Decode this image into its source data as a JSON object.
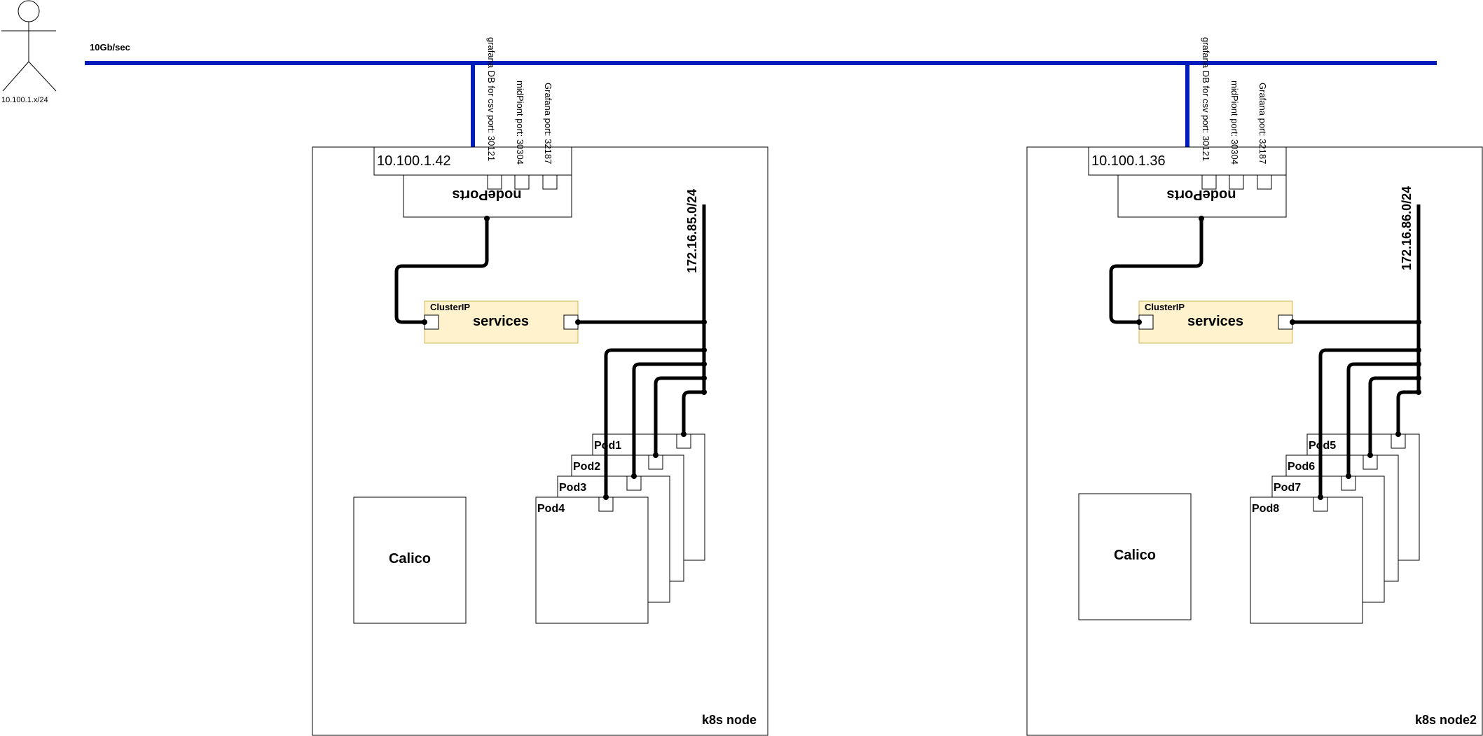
{
  "user": {
    "label": "10.100.1.x/24"
  },
  "network": {
    "label": "10Gb/sec",
    "color": "#001DBC"
  },
  "nodes": [
    {
      "ip": "10.100.1.42",
      "name": "k8s node",
      "nodeports_label": "nodePorts",
      "ports": [
        "grafana DB for csv port: 30121",
        "midPiont port: 30304",
        "Grafana port: 32187"
      ],
      "subnet": "172.16.85.0/24",
      "clusterip": "ClusterIP",
      "services": "services",
      "calico": "Calico",
      "pods": [
        "Pod1",
        "Pod2",
        "Pod3",
        "Pod4"
      ]
    },
    {
      "ip": "10.100.1.36",
      "name": "k8s node2",
      "nodeports_label": "nodePorts",
      "ports": [
        "grafana DB for csv port: 30121",
        "midPiont port: 30304",
        "Grafana port: 32187"
      ],
      "subnet": "172.16.86.0/24",
      "clusterip": "ClusterIP",
      "services": "services",
      "calico": "Calico",
      "pods": [
        "Pod5",
        "Pod6",
        "Pod7",
        "Pod8"
      ]
    }
  ],
  "colors": {
    "service_fill": "#FFF2CC",
    "service_stroke": "#D6B656"
  }
}
